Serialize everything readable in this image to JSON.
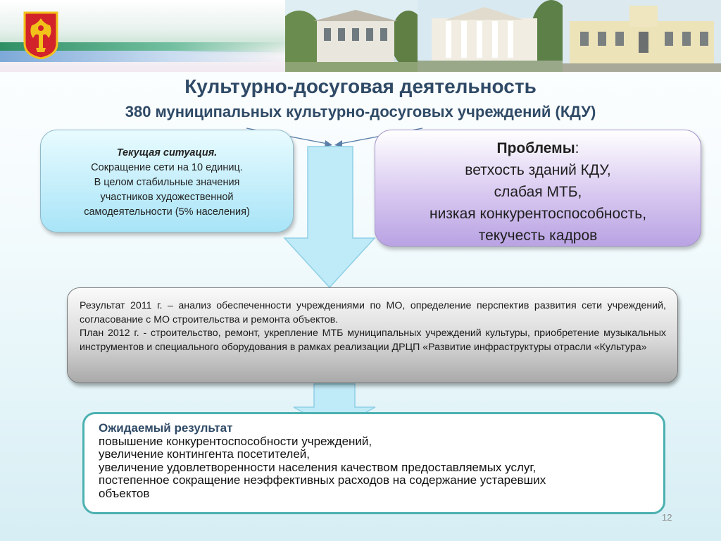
{
  "header": {
    "title": "Культурно-досуговая деятельность",
    "subtitle": "380 муниципальных  культурно-досуговых учреждений (КДУ)"
  },
  "current_situation": {
    "heading": "Текущая ситуация.",
    "lines": [
      "Сокращение сети на 10 единиц.",
      "В целом стабильные значения",
      "участников художественной",
      "самодеятельности (5% населения)"
    ]
  },
  "problems": {
    "heading": "Проблемы",
    "colon": ":",
    "lines": [
      "ветхость зданий КДУ,",
      "слабая МТБ,",
      "низкая конкурентоспособность,",
      "текучесть кадров"
    ]
  },
  "results": {
    "paragraph1": "Результат 2011 г. –  анализ обеспеченности учреждениями по МО, определение перспектив развития сети учреждений, согласование с МО строительства и ремонта объектов.",
    "paragraph2": "План 2012 г. - строительство, ремонт, укрепление МТБ муниципальных учреждений культуры, приобретение музыкальных инструментов и специального оборудования в рамках реализации ДРЦП «Развитие инфраструктуры отрасли «Культура»"
  },
  "expected": {
    "heading": "Ожидаемый результат",
    "lines": [
      "повышение конкурентоспособности учреждений,",
      "увеличение контингента посетителей,",
      "увеличение удовлетворенности населения качеством предоставляемых услуг,",
      "постепенное сокращение неэффективных расходов на содержание устаревших",
      "объектов"
    ]
  },
  "page_number": "12",
  "colors": {
    "title": "#2f4a66",
    "coat_red": "#d2232a",
    "coat_gold": "#f2c21b",
    "arrow_fill": "#bfeaf7",
    "bottom_border": "#4cb0b0"
  }
}
